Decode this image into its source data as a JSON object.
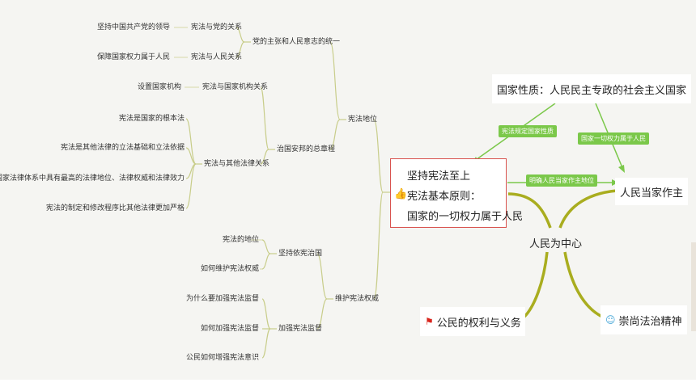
{
  "center": {
    "line1": "坚持宪法至上",
    "line2": "宪法基本原则：",
    "line3": "国家的一切权力属于人民",
    "icon": "thumbs-up-icon"
  },
  "left": {
    "xianfa_diwei": "宪法地位",
    "weihu_quanwei": "维护宪法权威",
    "dang_tongyi": "党的主张和人民意志的统一",
    "zhiguo_zhangcheng": "治国安邦的总章程",
    "xianfa_dang": "宪法与党的关系",
    "xianfa_renmin": "宪法与人民关系",
    "xianfa_jigou": "宪法与国家机构关系",
    "xianfa_qita": "宪法与其他法律关系",
    "jianchi_lingdao": "坚持中国共产党的领导",
    "baozhang_quanli": "保障国家权力属于人民",
    "sheli_jigou": "设置国家机构",
    "genben_fa": "宪法是国家的根本法",
    "lifa_jichu": "宪法是其他法律的立法基础和立法依据",
    "zuigao_diwei": "在国家法律体系中具有最高的法律地位、法律权威和法律效力",
    "zhiding_yange": "宪法的制定和修改程序比其他法律更加严格",
    "jianchi_yixian": "坚持依宪治国",
    "jiaqiang_jiandu": "加强宪法监督",
    "xianfa_diwei2": "宪法的地位",
    "ruhe_weihu": "如何维护宪法权威",
    "weishenme_jiandu": "为什么要加强宪法监督",
    "ruhe_jiandu": "如何加强宪法监督",
    "gongmin_yishi": "公民如何增强宪法意识"
  },
  "right": {
    "guojia_xingzhi": "国家性质：人民民主专政的社会主义国家",
    "tag_guiding": "宪法规定国家性质",
    "tag_quanli": "国家一切权力属于人民",
    "tag_mingque": "明确人民当家作主地位",
    "dangjia_zuozhu": "人民当家作主",
    "renmin_zhongxin": "人民为中心",
    "quanli_yiwu": "公民的权利与义务",
    "fazhi_jingshen": "崇尚法治精神",
    "flag_icon": "flag-icon",
    "smile_icon": "smiley-icon"
  },
  "colors": {
    "branch": "#b9c07a",
    "olive": "#a9ad1f",
    "green": "#7bc84a",
    "center_border": "#d9534f"
  }
}
